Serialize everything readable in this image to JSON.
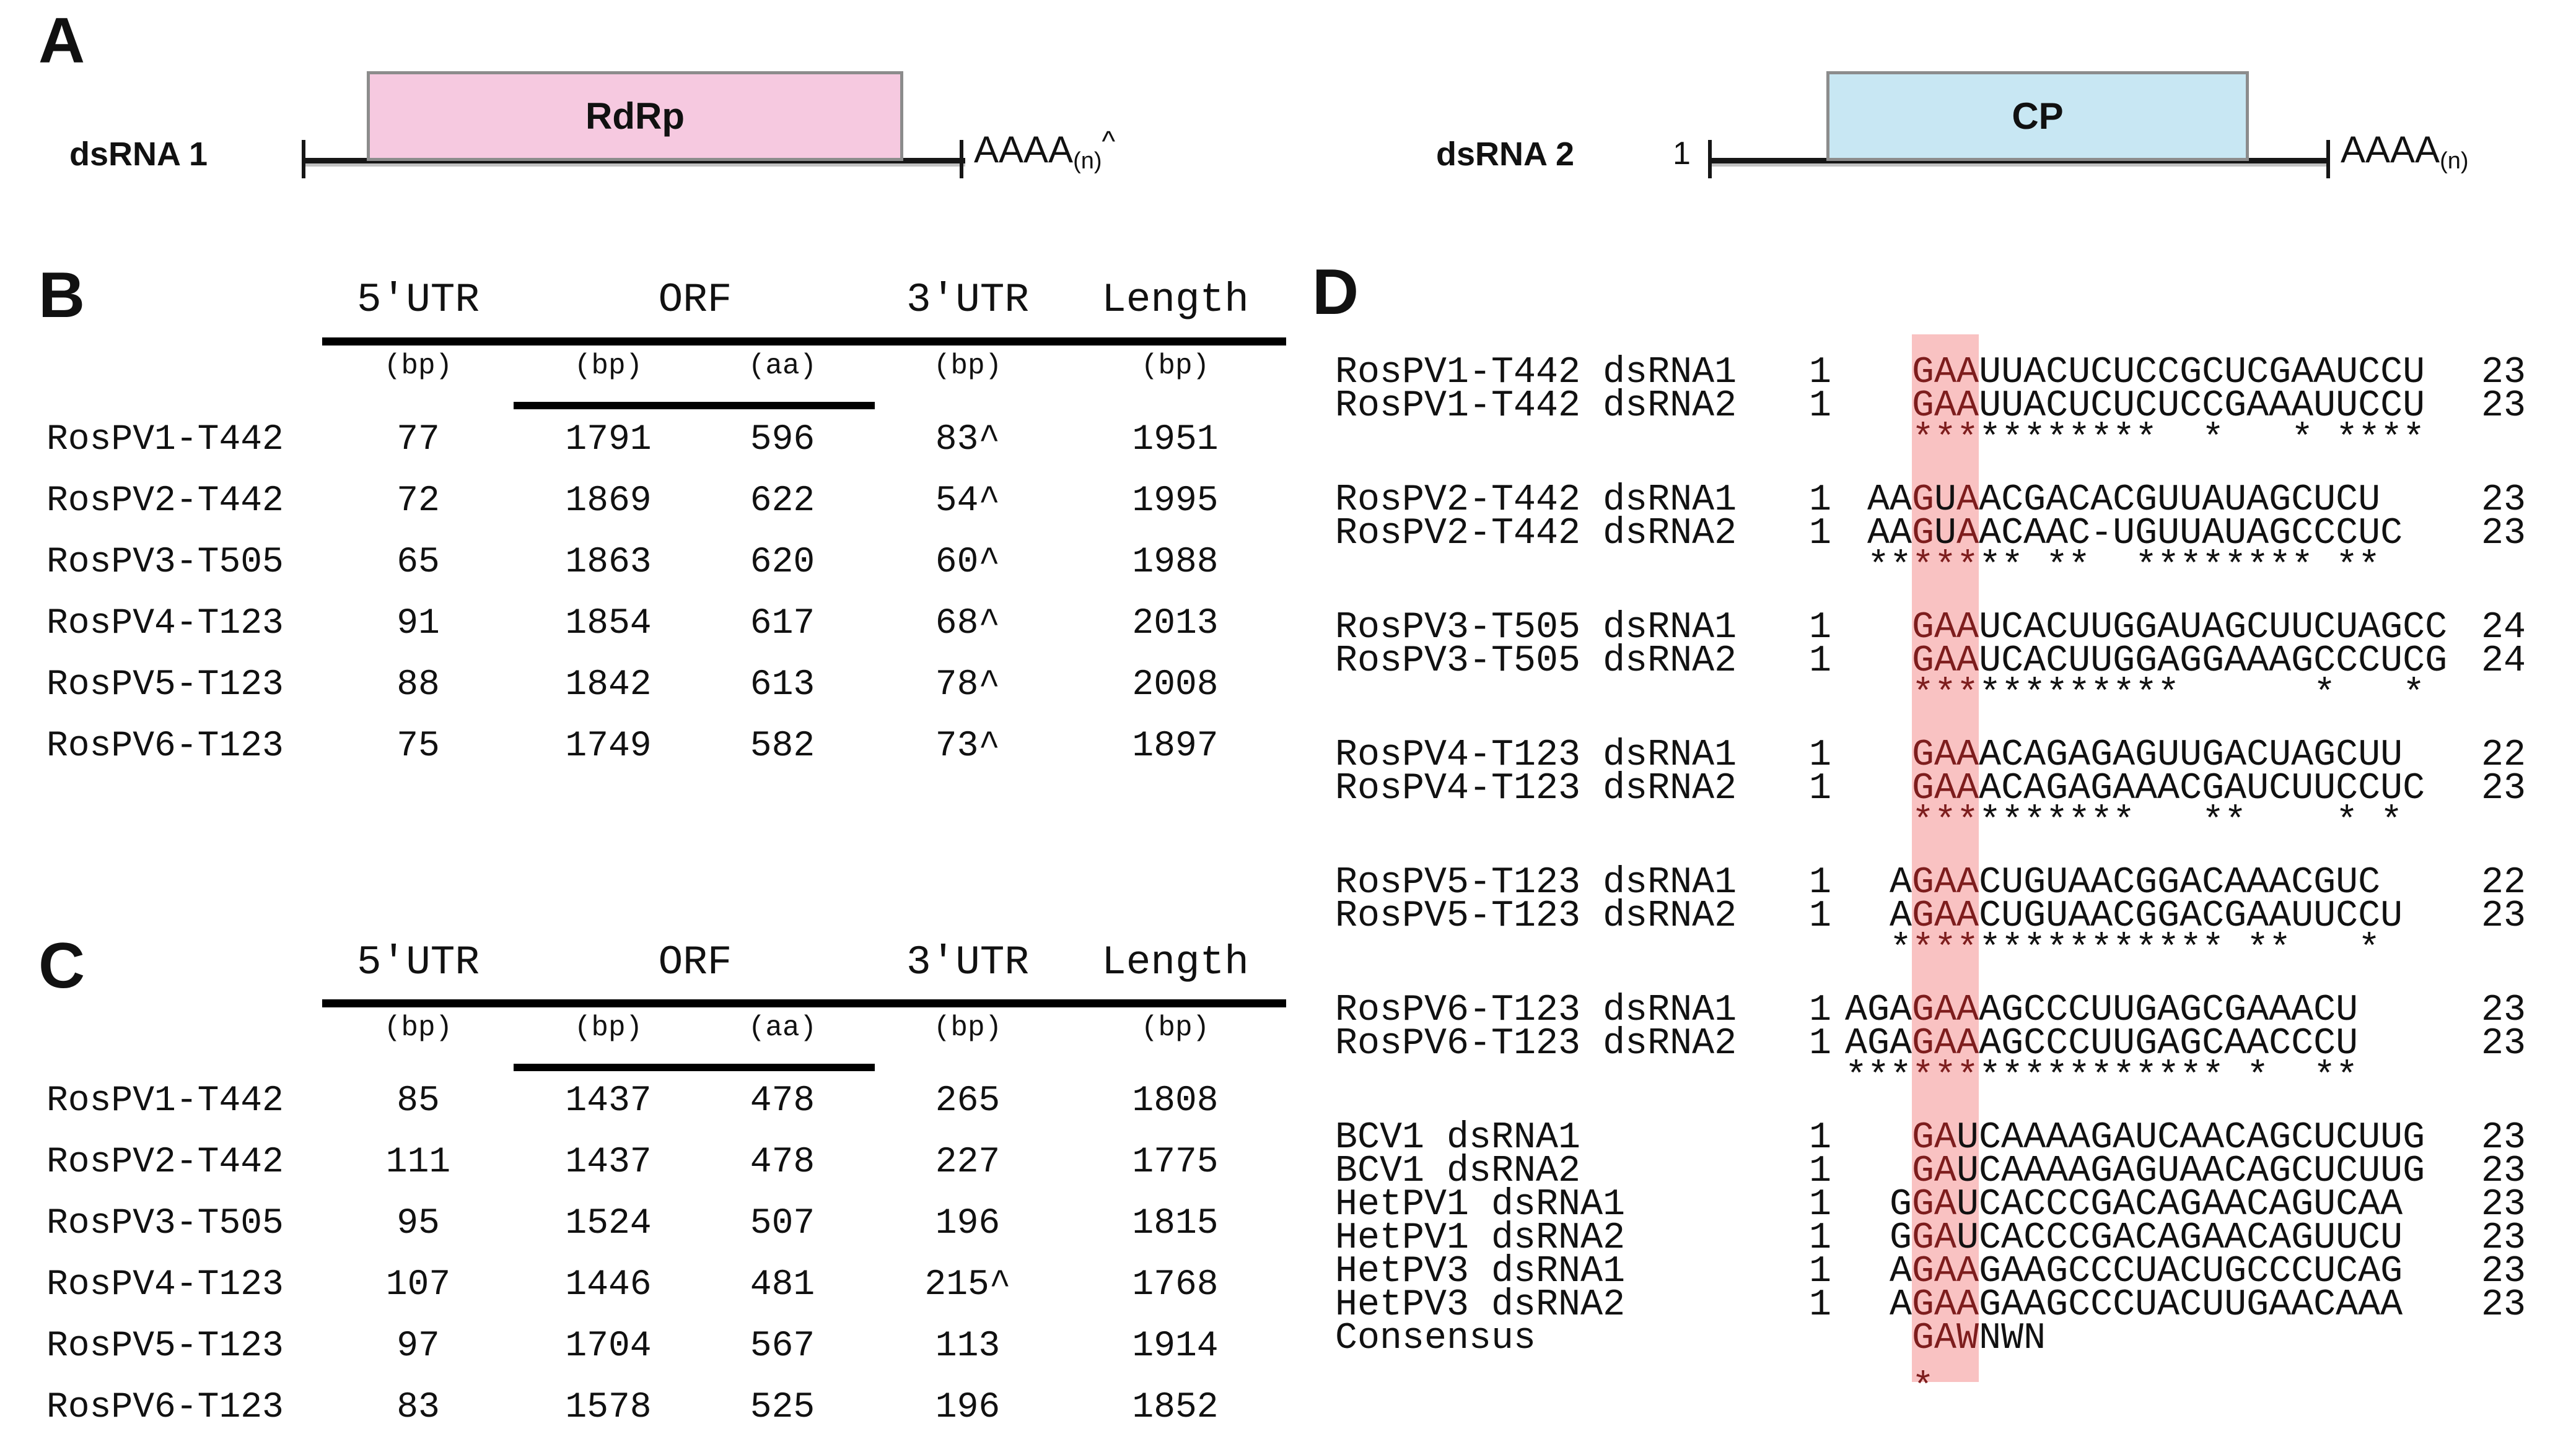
{
  "panelA": {
    "label": "A",
    "genomes": [
      {
        "name": "dsRNA 1",
        "start_label": "",
        "orf_label": "RdRp",
        "orf_color": "#f6c9e0",
        "orf_border": "#8c8c8c",
        "tail_main": "AAAA",
        "tail_sub": "(n)",
        "tail_sup": "^"
      },
      {
        "name": "dsRNA 2",
        "start_label": "1",
        "orf_label": "CP",
        "orf_color": "#c8e7f3",
        "orf_border": "#8c8c8c",
        "tail_main": "AAAA",
        "tail_sub": "(n)",
        "tail_sup": ""
      }
    ]
  },
  "panelB": {
    "label": "B",
    "headers": [
      "5'UTR",
      "ORF",
      "3'UTR",
      "Length"
    ],
    "subheaders": [
      "(bp)",
      "(bp)",
      "(aa)",
      "(bp)",
      "(bp)"
    ],
    "rows": [
      {
        "name": "RosPV1-T442",
        "values": [
          "77",
          "1791",
          "596",
          "83^",
          "1951"
        ]
      },
      {
        "name": "RosPV2-T442",
        "values": [
          "72",
          "1869",
          "622",
          "54^",
          "1995"
        ]
      },
      {
        "name": "RosPV3-T505",
        "values": [
          "65",
          "1863",
          "620",
          "60^",
          "1988"
        ]
      },
      {
        "name": "RosPV4-T123",
        "values": [
          "91",
          "1854",
          "617",
          "68^",
          "2013"
        ]
      },
      {
        "name": "RosPV5-T123",
        "values": [
          "88",
          "1842",
          "613",
          "78^",
          "2008"
        ]
      },
      {
        "name": "RosPV6-T123",
        "values": [
          "75",
          "1749",
          "582",
          "73^",
          "1897"
        ]
      }
    ]
  },
  "panelC": {
    "label": "C",
    "headers": [
      "5'UTR",
      "ORF",
      "3'UTR",
      "Length"
    ],
    "subheaders": [
      "(bp)",
      "(bp)",
      "(aa)",
      "(bp)",
      "(bp)"
    ],
    "rows": [
      {
        "name": "RosPV1-T442",
        "values": [
          "85",
          "1437",
          "478",
          "265",
          "1808"
        ]
      },
      {
        "name": "RosPV2-T442",
        "values": [
          "111",
          "1437",
          "478",
          "227",
          "1775"
        ]
      },
      {
        "name": "RosPV3-T505",
        "values": [
          "95",
          "1524",
          "507",
          "196",
          "1815"
        ]
      },
      {
        "name": "RosPV4-T123",
        "values": [
          "107",
          "1446",
          "481",
          "215^",
          "1768"
        ]
      },
      {
        "name": "RosPV5-T123",
        "values": [
          "97",
          "1704",
          "567",
          "113",
          "1914"
        ]
      },
      {
        "name": "RosPV6-T123",
        "values": [
          "83",
          "1578",
          "525",
          "196",
          "1852"
        ]
      }
    ]
  },
  "panelD": {
    "label": "D",
    "highlight_color": "#f9c2c2",
    "highlight_text_color": "#7d1d1d",
    "blocks": [
      {
        "lines": [
          {
            "type": "seq",
            "name": "RosPV1-T442 dsRNA1",
            "start": "1",
            "parts": [
              {
                "t": "   ",
                "m": false
              },
              {
                "t": "GAA",
                "m": true
              },
              {
                "t": "UUACUCUCCGCUCGAAUCCU",
                "m": false
              }
            ],
            "end": "23"
          },
          {
            "type": "seq",
            "name": "RosPV1-T442 dsRNA2",
            "start": "1",
            "parts": [
              {
                "t": "   ",
                "m": false
              },
              {
                "t": "GAA",
                "m": true
              },
              {
                "t": "UUACUCUCUCCGAAAUUCCU",
                "m": false
              }
            ],
            "end": "23"
          },
          {
            "type": "stars",
            "parts": [
              {
                "t": "   ",
                "m": false
              },
              {
                "t": "***",
                "m": true
              },
              {
                "t": "********  *   * ****",
                "m": false
              }
            ]
          }
        ]
      },
      {
        "lines": [
          {
            "type": "seq",
            "name": "RosPV2-T442 dsRNA1",
            "start": "1",
            "parts": [
              {
                "t": " AA",
                "m": false
              },
              {
                "t": "G",
                "m": true
              },
              {
                "t": "U",
                "m": false
              },
              {
                "t": "A",
                "m": true
              },
              {
                "t": "ACGACACGUUAUAGCUCU",
                "m": false
              }
            ],
            "end": "23"
          },
          {
            "type": "seq",
            "name": "RosPV2-T442 dsRNA2",
            "start": "1",
            "parts": [
              {
                "t": " AA",
                "m": false
              },
              {
                "t": "G",
                "m": true
              },
              {
                "t": "U",
                "m": false
              },
              {
                "t": "A",
                "m": true
              },
              {
                "t": "ACAAC-UGUUAUAGCCCUC",
                "m": false
              }
            ],
            "end": "23"
          },
          {
            "type": "stars",
            "parts": [
              {
                "t": " **",
                "m": false
              },
              {
                "t": "***",
                "m": true
              },
              {
                "t": "** **  ******** **",
                "m": false
              }
            ]
          }
        ]
      },
      {
        "lines": [
          {
            "type": "seq",
            "name": "RosPV3-T505 dsRNA1",
            "start": "1",
            "parts": [
              {
                "t": "   ",
                "m": false
              },
              {
                "t": "GAA",
                "m": true
              },
              {
                "t": "UCACUUGGAUAGCUUCUAGCC",
                "m": false
              }
            ],
            "end": "24"
          },
          {
            "type": "seq",
            "name": "RosPV3-T505 dsRNA2",
            "start": "1",
            "parts": [
              {
                "t": "   ",
                "m": false
              },
              {
                "t": "GAA",
                "m": true
              },
              {
                "t": "UCACUUGGAGGAAAGCCCUCG",
                "m": false
              }
            ],
            "end": "24"
          },
          {
            "type": "stars",
            "parts": [
              {
                "t": "   ",
                "m": false
              },
              {
                "t": "***",
                "m": true
              },
              {
                "t": "*********      *   *",
                "m": false
              }
            ]
          }
        ]
      },
      {
        "lines": [
          {
            "type": "seq",
            "name": "RosPV4-T123 dsRNA1",
            "start": "1",
            "parts": [
              {
                "t": "   ",
                "m": false
              },
              {
                "t": "GAA",
                "m": true
              },
              {
                "t": "ACAGAGAGUUGACUAGCUU",
                "m": false
              }
            ],
            "end": "22"
          },
          {
            "type": "seq",
            "name": "RosPV4-T123 dsRNA2",
            "start": "1",
            "parts": [
              {
                "t": "   ",
                "m": false
              },
              {
                "t": "GAA",
                "m": true
              },
              {
                "t": "ACAGAGAAACGAUCUUCCUC",
                "m": false
              }
            ],
            "end": "23"
          },
          {
            "type": "stars",
            "parts": [
              {
                "t": "   ",
                "m": false
              },
              {
                "t": "***",
                "m": true
              },
              {
                "t": "*******   **    * *",
                "m": false
              }
            ]
          }
        ]
      },
      {
        "lines": [
          {
            "type": "seq",
            "name": "RosPV5-T123 dsRNA1",
            "start": "1",
            "parts": [
              {
                "t": "  A",
                "m": false
              },
              {
                "t": "GAA",
                "m": true
              },
              {
                "t": "CUGUAACGGACAAACGUC",
                "m": false
              }
            ],
            "end": "22"
          },
          {
            "type": "seq",
            "name": "RosPV5-T123 dsRNA2",
            "start": "1",
            "parts": [
              {
                "t": "  A",
                "m": false
              },
              {
                "t": "GAA",
                "m": true
              },
              {
                "t": "CUGUAACGGACGAAUUCCU",
                "m": false
              }
            ],
            "end": "23"
          },
          {
            "type": "stars",
            "parts": [
              {
                "t": "  *",
                "m": false
              },
              {
                "t": "***",
                "m": true
              },
              {
                "t": "*********** **   *",
                "m": false
              }
            ]
          }
        ]
      },
      {
        "lines": [
          {
            "type": "seq",
            "name": "RosPV6-T123 dsRNA1",
            "start": "1",
            "parts": [
              {
                "t": "AGA",
                "m": false
              },
              {
                "t": "GAA",
                "m": true
              },
              {
                "t": "AGCCCUUGAGCGAAACU",
                "m": false
              }
            ],
            "end": "23"
          },
          {
            "type": "seq",
            "name": "RosPV6-T123 dsRNA2",
            "start": "1",
            "parts": [
              {
                "t": "AGA",
                "m": false
              },
              {
                "t": "GAA",
                "m": true
              },
              {
                "t": "AGCCCUUGAGCAACCCU",
                "m": false
              }
            ],
            "end": "23"
          },
          {
            "type": "stars",
            "parts": [
              {
                "t": "***",
                "m": false
              },
              {
                "t": "***",
                "m": true
              },
              {
                "t": "*********** *  **",
                "m": false
              }
            ]
          }
        ]
      }
    ],
    "bottom_lines": [
      {
        "type": "seq",
        "name": "BCV1 dsRNA1",
        "start": "1",
        "parts": [
          {
            "t": "   ",
            "m": false
          },
          {
            "t": "GA",
            "m": true
          },
          {
            "t": "UCAAAAGAUCAACAGCUCUUG",
            "m": false
          }
        ],
        "end": "23"
      },
      {
        "type": "seq",
        "name": "BCV1 dsRNA2",
        "start": "1",
        "parts": [
          {
            "t": "   ",
            "m": false
          },
          {
            "t": "GA",
            "m": true
          },
          {
            "t": "UCAAAAGAGUAACAGCUCUUG",
            "m": false
          }
        ],
        "end": "23"
      },
      {
        "type": "seq",
        "name": "HetPV1 dsRNA1",
        "start": "1",
        "parts": [
          {
            "t": "  G",
            "m": false
          },
          {
            "t": "GA",
            "m": true
          },
          {
            "t": "UCACCCGACAGAACAGUCAA",
            "m": false
          }
        ],
        "end": "23"
      },
      {
        "type": "seq",
        "name": "HetPV1 dsRNA2",
        "start": "1",
        "parts": [
          {
            "t": "  G",
            "m": false
          },
          {
            "t": "GA",
            "m": true
          },
          {
            "t": "UCACCCGACAGAACAGUUCU",
            "m": false
          }
        ],
        "end": "23"
      },
      {
        "type": "seq",
        "name": "HetPV3 dsRNA1",
        "start": "1",
        "parts": [
          {
            "t": "  A",
            "m": false
          },
          {
            "t": "GAA",
            "m": true
          },
          {
            "t": "GAAGCCCUACUGCCCUCAG",
            "m": false
          }
        ],
        "end": "23"
      },
      {
        "type": "seq",
        "name": "HetPV3 dsRNA2",
        "start": "1",
        "parts": [
          {
            "t": "  A",
            "m": false
          },
          {
            "t": "GAA",
            "m": true
          },
          {
            "t": "GAAGCCCUACUUGAACAAA",
            "m": false
          }
        ],
        "end": "23"
      },
      {
        "type": "seq",
        "name": "Consensus",
        "start": "",
        "parts": [
          {
            "t": "   ",
            "m": false
          },
          {
            "t": "GAW",
            "m": true
          },
          {
            "t": "NWN",
            "m": false
          }
        ],
        "end": ""
      },
      {
        "type": "stars",
        "gap_before": true,
        "parts": [
          {
            "t": "   ",
            "m": false
          },
          {
            "t": "*",
            "m": true
          }
        ]
      }
    ]
  }
}
